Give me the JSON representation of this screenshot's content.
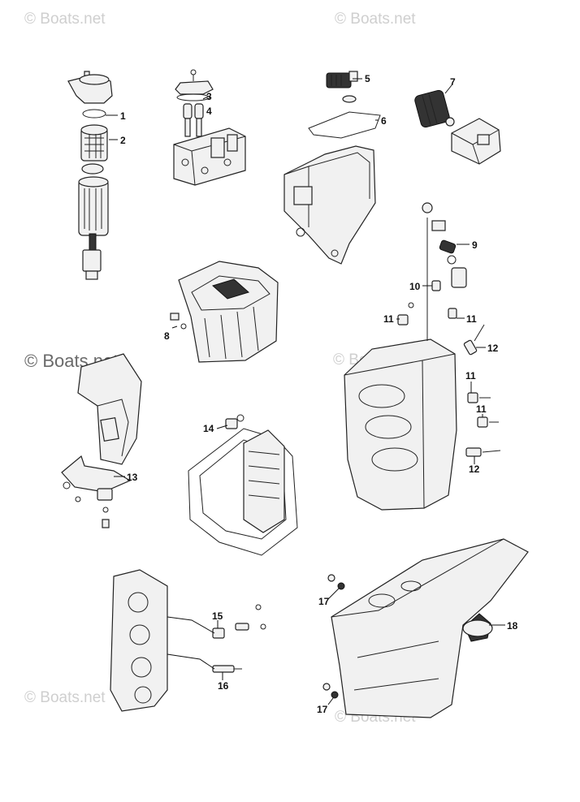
{
  "watermark": {
    "symbol": "©",
    "text": "Boats.net"
  },
  "callouts": {
    "n1": "1",
    "n2": "2",
    "n3": "3",
    "n4": "4",
    "n5": "5",
    "n6": "6",
    "n7": "7",
    "n8": "8",
    "n9": "9",
    "n10": "10",
    "n11": "11",
    "n12": "12",
    "n13": "13",
    "n14": "14",
    "n15": "15",
    "n16": "16",
    "n17": "17",
    "n18": "18"
  }
}
